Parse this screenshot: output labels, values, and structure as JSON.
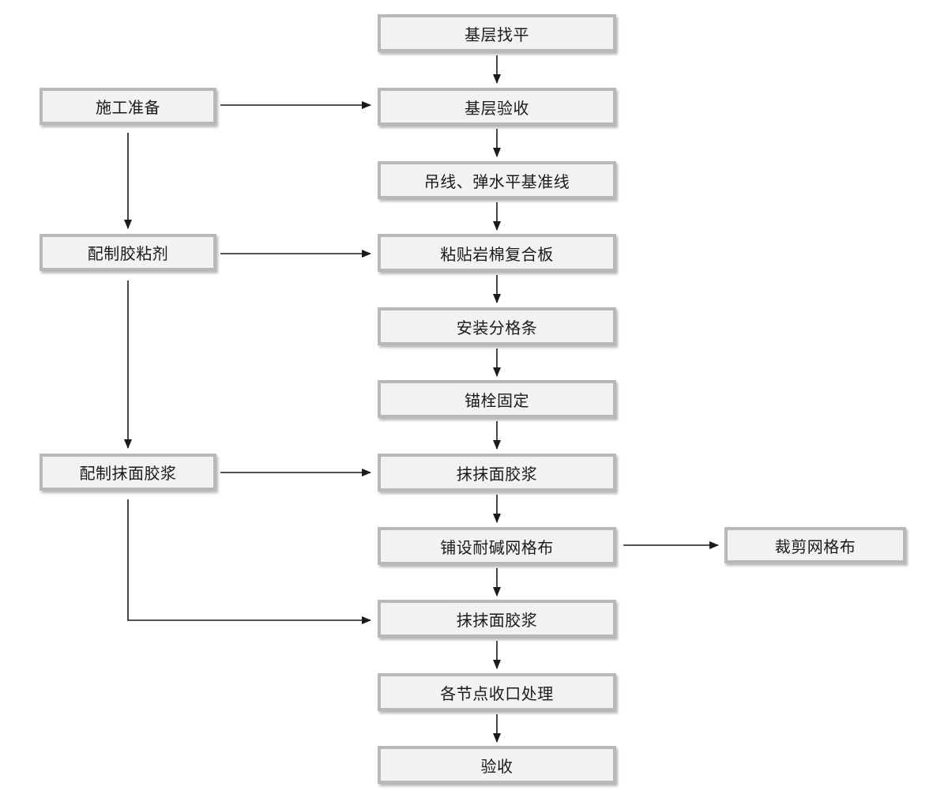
{
  "main_steps": [
    "基层找平",
    "基层验收",
    "吊线、弹水平基准线",
    "粘贴岩棉复合板",
    "安装分格条",
    "锚栓固定",
    "抹抹面胶浆",
    "铺设耐碱网格布",
    "抹抹面胶浆",
    "各节点收口处理",
    "验收"
  ],
  "side_steps": [
    "施工准备",
    "配制胶粘剂",
    "配制抹面胶浆"
  ],
  "branch_step": "裁剪网格布",
  "colors": {
    "box_fill": "#f2f2f2",
    "box_border": "#b8b8b8",
    "line": "#1a1a1a"
  }
}
